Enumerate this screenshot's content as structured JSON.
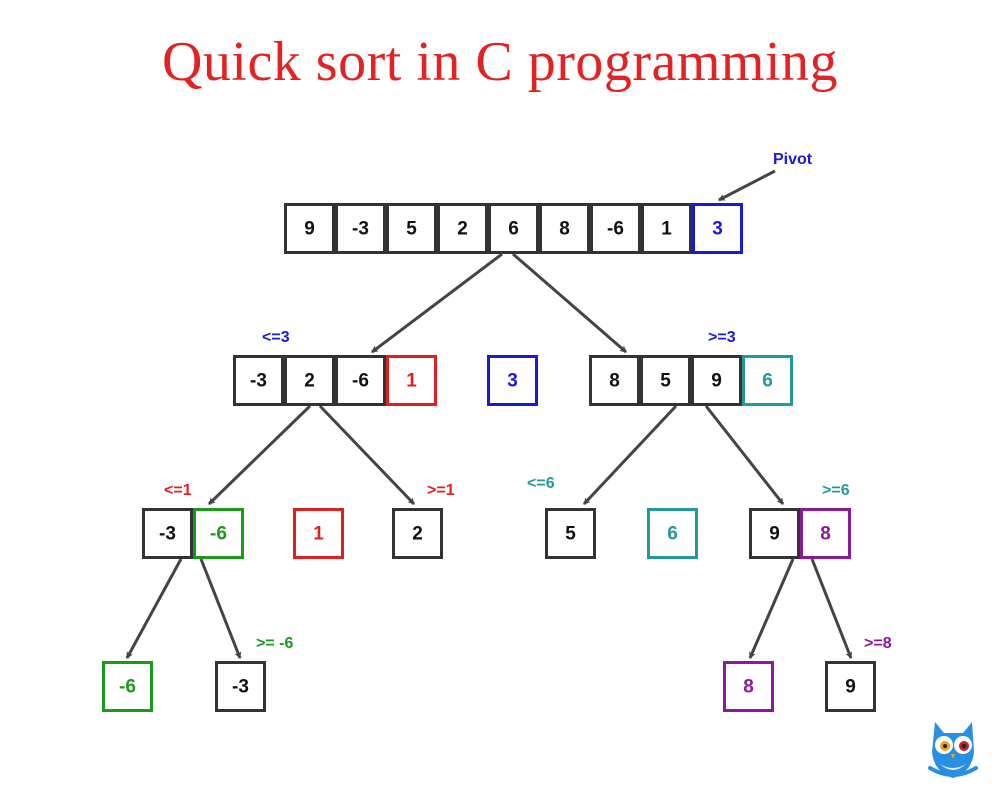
{
  "title": "Quick sort in C programming",
  "colors": {
    "title": "#e32224",
    "neutral": "#333333",
    "blue": "#1a1ad6",
    "red": "#e02020",
    "teal": "#229a9a",
    "green": "#1a9a1a",
    "purple": "#8a1a9a",
    "arrow": "#444444"
  },
  "pivot_label": "Pivot",
  "arrays": [
    {
      "id": "root",
      "cells": [
        "9",
        "-3",
        "5",
        "2",
        "6",
        "8",
        "-6",
        "1",
        "3"
      ],
      "colors": [
        "neutral",
        "neutral",
        "neutral",
        "neutral",
        "neutral",
        "neutral",
        "neutral",
        "neutral",
        "blue"
      ]
    },
    {
      "id": "left1",
      "cells": [
        "-3",
        "2",
        "-6",
        "1"
      ],
      "colors": [
        "neutral",
        "neutral",
        "neutral",
        "red"
      ]
    },
    {
      "id": "pivot1",
      "cells": [
        "3"
      ],
      "colors": [
        "blue"
      ]
    },
    {
      "id": "right1",
      "cells": [
        "8",
        "5",
        "9",
        "6"
      ],
      "colors": [
        "neutral",
        "neutral",
        "neutral",
        "teal"
      ]
    },
    {
      "id": "left2",
      "cells": [
        "-3",
        "-6"
      ],
      "colors": [
        "neutral",
        "green"
      ]
    },
    {
      "id": "pivot2a",
      "cells": [
        "1"
      ],
      "colors": [
        "red"
      ]
    },
    {
      "id": "right2a",
      "cells": [
        "2"
      ],
      "colors": [
        "neutral"
      ]
    },
    {
      "id": "left2b",
      "cells": [
        "5"
      ],
      "colors": [
        "neutral"
      ]
    },
    {
      "id": "pivot2b",
      "cells": [
        "6"
      ],
      "colors": [
        "teal"
      ]
    },
    {
      "id": "right2b",
      "cells": [
        "9",
        "8"
      ],
      "colors": [
        "neutral",
        "purple"
      ]
    },
    {
      "id": "leaf1",
      "cells": [
        "-6"
      ],
      "colors": [
        "green"
      ]
    },
    {
      "id": "leaf2",
      "cells": [
        "-3"
      ],
      "colors": [
        "neutral"
      ]
    },
    {
      "id": "leaf3",
      "cells": [
        "8"
      ],
      "colors": [
        "purple"
      ]
    },
    {
      "id": "leaf4",
      "cells": [
        "9"
      ],
      "colors": [
        "neutral"
      ]
    }
  ],
  "labels": [
    {
      "id": "le3",
      "text": "<=3",
      "color": "blue"
    },
    {
      "id": "ge3",
      "text": ">=3",
      "color": "blue"
    },
    {
      "id": "le1",
      "text": "<=1",
      "color": "red"
    },
    {
      "id": "ge1",
      "text": ">=1",
      "color": "red"
    },
    {
      "id": "le6",
      "text": "<=6",
      "color": "teal"
    },
    {
      "id": "ge6",
      "text": ">=6",
      "color": "teal"
    },
    {
      "id": "gem6",
      "text": ">= -6",
      "color": "green"
    },
    {
      "id": "ge8",
      "text": ">=8",
      "color": "purple"
    }
  ],
  "logo_icon": "owl-logo-icon"
}
